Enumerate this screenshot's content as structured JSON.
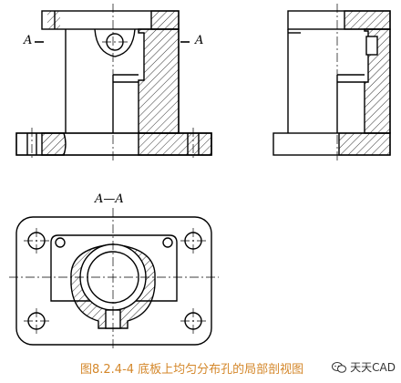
{
  "labels": {
    "section_left": "A",
    "section_right": "A",
    "section_title": "A—A"
  },
  "caption": "图8.2.4-4 底板上均匀分布孔的局部剖视图",
  "watermark": {
    "text": "天天CAD",
    "icon": "chat-bubble-icon"
  },
  "colors": {
    "lines": "#000000",
    "caption": "#d4872a"
  }
}
